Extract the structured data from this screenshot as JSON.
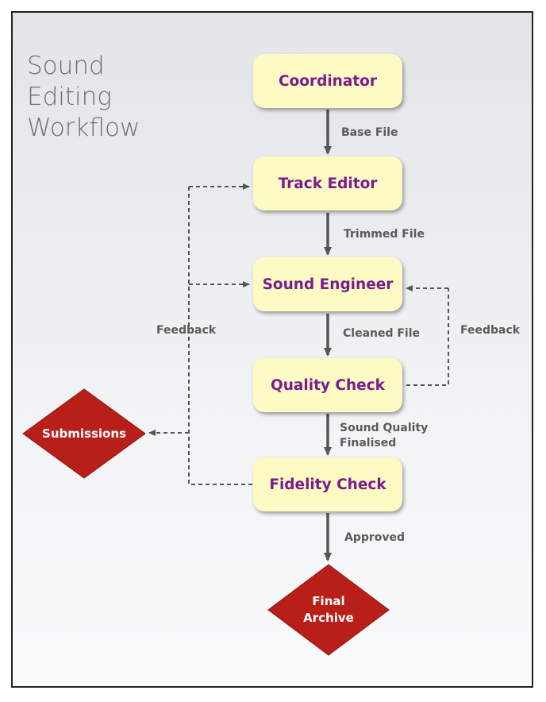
{
  "title": {
    "line1": "Sound",
    "line2": "Editing",
    "line3": "Workflow"
  },
  "nodes": {
    "coordinator": "Coordinator",
    "track_editor": "Track Editor",
    "sound_engineer": "Sound Engineer",
    "quality_check": "Quality Check",
    "fidelity_check": "Fidelity Check"
  },
  "diamonds": {
    "submissions": "Submissions",
    "final_archive": "Final\nArchive"
  },
  "edges": {
    "base_file": "Base File",
    "trimmed_file": "Trimmed File",
    "cleaned_file": "Cleaned File",
    "sound_quality_line1": "Sound Quality",
    "sound_quality_line2": "Finalised",
    "approved": "Approved",
    "feedback_left": "Feedback",
    "feedback_right": "Feedback"
  },
  "colors": {
    "node_fill": "#fdfbc3",
    "node_text": "#7a1b8f",
    "diamond_fill": "#b81f19",
    "arrow": "#555555"
  }
}
